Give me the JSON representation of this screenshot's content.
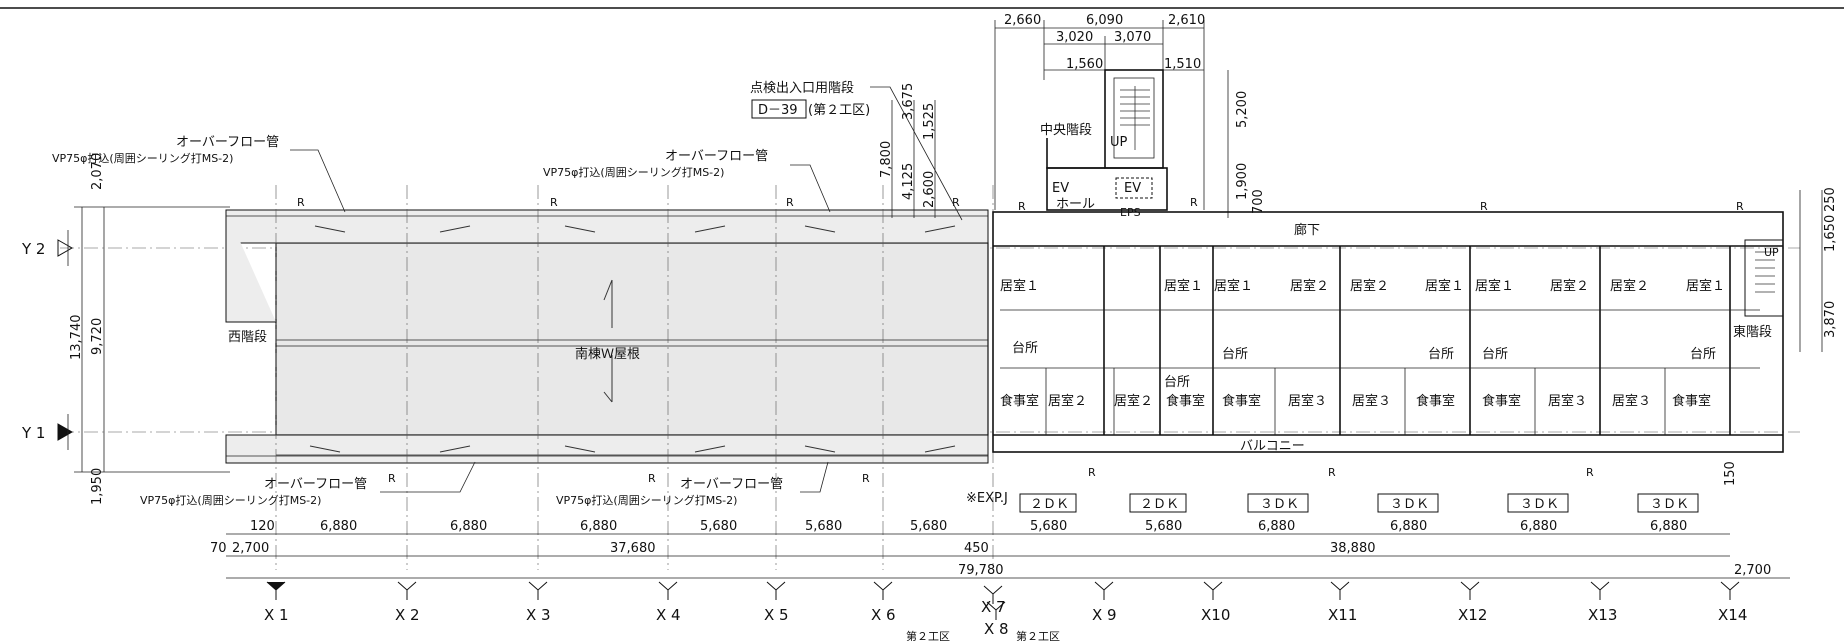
{
  "top_dims": [
    "2,660",
    "6,090",
    "2,610",
    "3,020",
    "3,070",
    "1,560",
    "1,510"
  ],
  "stair_dims": [
    "3,675",
    "1,525",
    "7,800",
    "4,125",
    "2,600",
    "5,200",
    "1,900",
    "700"
  ],
  "right_dims": [
    "250",
    "1,650",
    "3,870",
    "150"
  ],
  "left_dims": [
    "2,070",
    "13,740",
    "9,720",
    "1,950"
  ],
  "row1_dims": [
    "120",
    "6,880",
    "6,880",
    "6,880",
    "5,680",
    "5,680",
    "5,680",
    "5,680",
    "5,680",
    "6,880",
    "6,880",
    "6,880",
    "6,880"
  ],
  "row2_dims": [
    "70",
    "2,700",
    "37,680",
    "450",
    "38,880"
  ],
  "row3_dims": [
    "79,780",
    "2,700"
  ],
  "axes_x": [
    "X 1",
    "X 2",
    "X 3",
    "X 4",
    "X 5",
    "X 6",
    "X 7",
    "X 8",
    "X 9",
    "X10",
    "X11",
    "X12",
    "X13",
    "X14"
  ],
  "axes_y": [
    "Y 2",
    "Y 1"
  ],
  "notes": {
    "overflow_1": "オーバーフロー管",
    "vp75_1": "VP75φ打込(周囲シーリング打MS-2)",
    "overflow_2": "オーバーフロー管",
    "vp75_2": "VP75φ打込(周囲シーリング打MS-2)",
    "overflow_3": "オーバーフロー管",
    "vp75_3": "VP75φ打込(周囲シーリング打MS-2)",
    "overflow_4": "オーバーフロー管",
    "vp75_4": "VP75φ打込(周囲シーリング打MS-2)",
    "inspection_stair": "点検出入口用階段",
    "d39": "D－39",
    "zone2": "(第２工区)",
    "exp_j": "※EXP.J"
  },
  "roof_label": "南棟Ｗ屋根",
  "rooms": {
    "west_stair": "西階段",
    "east_stair": "東階段",
    "center_stair": "中央階段",
    "up_center": "UP",
    "up_east": "UP",
    "ev1": "EV",
    "ev2": "EV",
    "ev_hall": "ホール",
    "eps": "EPS",
    "corridor": "廊下",
    "balcony": "バルコニー",
    "kyoshitsu1": "居室１",
    "kyoshitsu2": "居室２",
    "kyoshitsu3": "居室３",
    "daidokoro": "台所",
    "shokujishitsu": "食事室",
    "r_mark": "R"
  },
  "unit_types": [
    "２ＤＫ",
    "２ＤＫ",
    "３ＤＫ",
    "３ＤＫ",
    "３ＤＫ",
    "３ＤＫ"
  ],
  "footer_partial": [
    "第２工区",
    "第２工区"
  ]
}
